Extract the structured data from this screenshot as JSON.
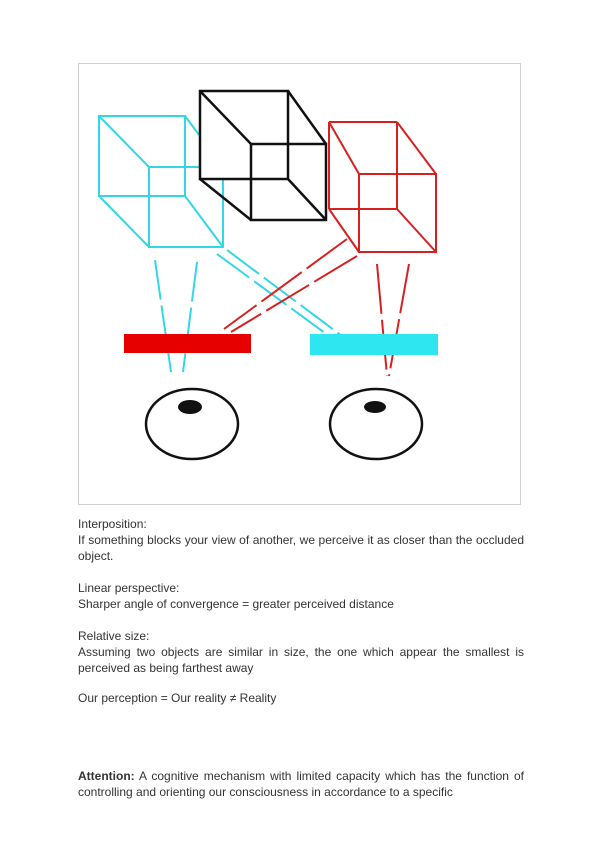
{
  "figure": {
    "colors": {
      "cyan": "#33d6e6",
      "black": "#111111",
      "red": "#d62020",
      "red_bar": "#e60000",
      "cyan_bar": "#2ee6f0"
    }
  },
  "sections": {
    "interposition": {
      "heading": "Interposition:",
      "body": "If something blocks your view of another, we perceive it as closer than the occluded object."
    },
    "linear_perspective": {
      "heading": "Linear perspective:",
      "body": "Sharper angle of convergence = greater perceived distance"
    },
    "relative_size": {
      "heading": "Relative size:",
      "body": "Assuming two objects are similar in size, the one which appear the smallest is perceived as being farthest away"
    },
    "perception": {
      "line": "Our perception = Our reality ≠ Reality"
    },
    "attention": {
      "term": "Attention:",
      "body": " A cognitive mechanism with limited capacity which has the function of controlling and orienting our consciousness in accordance to a specific"
    }
  }
}
